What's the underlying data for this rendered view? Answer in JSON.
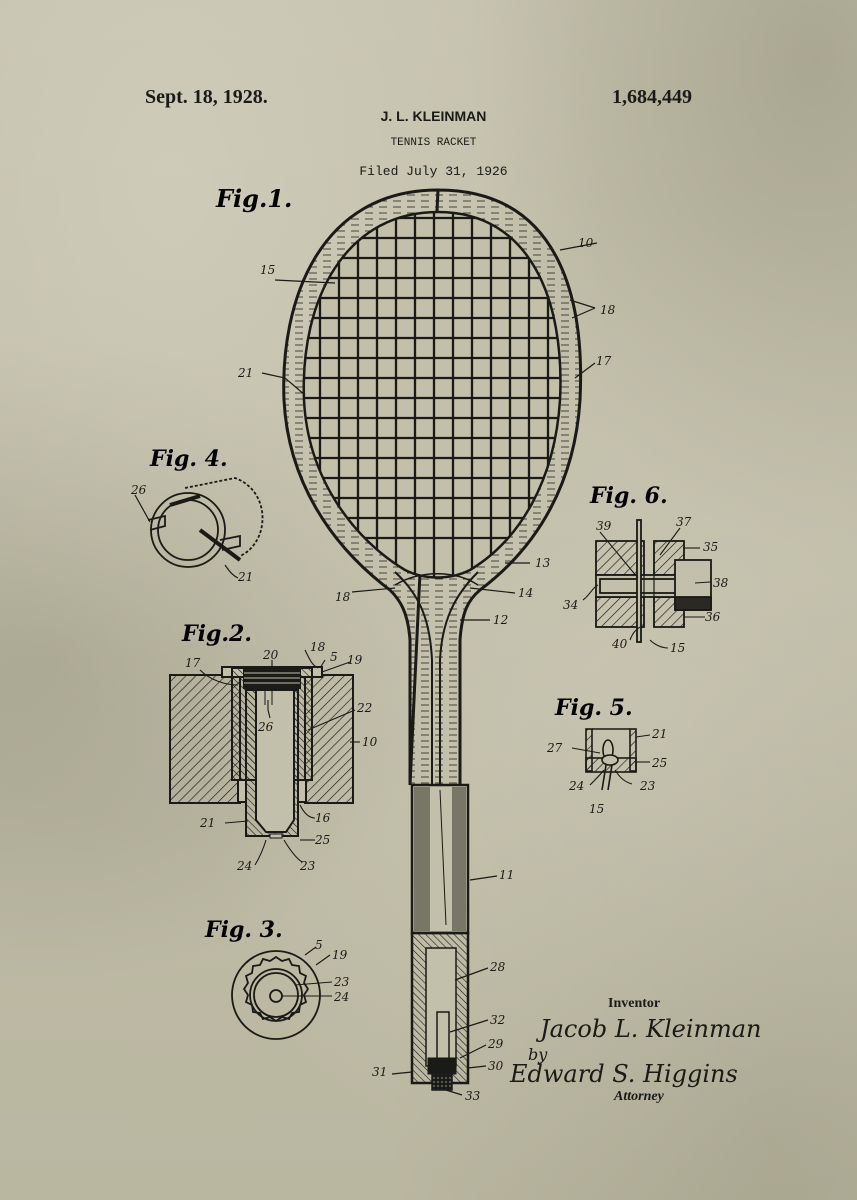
{
  "header": {
    "date": "Sept. 18, 1928.",
    "patent_number": "1,684,449",
    "inventor_name": "J. L. KLEINMAN",
    "title": "TENNIS RACKET",
    "filed": "Filed July 31, 1926"
  },
  "figures": {
    "fig1": {
      "label": "Fig.1.",
      "refs": {
        "r10": "10",
        "r15": "15",
        "r18a": "18",
        "r21": "21",
        "r17": "17",
        "r13": "13",
        "r18b": "18",
        "r14": "14",
        "r12": "12",
        "r11": "11",
        "r28": "28",
        "r32": "32",
        "r29": "29",
        "r30": "30",
        "r31": "31",
        "r33": "33"
      }
    },
    "fig2": {
      "label": "Fig.2.",
      "refs": {
        "r20": "20",
        "r18": "18",
        "r5": "5",
        "r19": "19",
        "r17": "17",
        "r22": "22",
        "r26": "26",
        "r10": "10",
        "r16": "16",
        "r21": "21",
        "r25": "25",
        "r24": "24",
        "r23": "23"
      }
    },
    "fig3": {
      "label": "Fig. 3.",
      "refs": {
        "r5": "5",
        "r19": "19",
        "r23": "23",
        "r24": "24"
      }
    },
    "fig4": {
      "label": "Fig. 4.",
      "refs": {
        "r26": "26",
        "r21": "21"
      }
    },
    "fig5": {
      "label": "Fig. 5.",
      "refs": {
        "r21": "21",
        "r27": "27",
        "r25": "25",
        "r24": "24",
        "r23": "23",
        "r15": "15"
      }
    },
    "fig6": {
      "label": "Fig. 6.",
      "refs": {
        "r39": "39",
        "r37": "37",
        "r35": "35",
        "r38": "38",
        "r34": "34",
        "r36": "36",
        "r40": "40",
        "r15": "15"
      }
    }
  },
  "signatures": {
    "inventor_label": "Inventor",
    "inventor_signature": "Jacob L. Kleinman",
    "by": "by",
    "attorney_signature": "Edward S. Higgins",
    "attorney_label": "Attorney"
  },
  "colors": {
    "paper": "#bdb9a4",
    "ink": "#1a1a16"
  }
}
